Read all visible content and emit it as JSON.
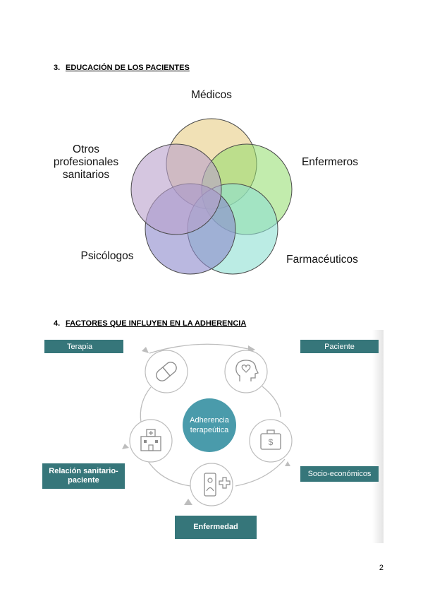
{
  "section3": {
    "number": "3.",
    "title": "EDUCACIÓN DE LOS PACIENTES"
  },
  "venn": {
    "labels": {
      "medicos": "Médicos",
      "enfermeros": "Enfermeros",
      "farmaceuticos": "Farmacéuticos",
      "psicologos": "Psicólogos",
      "otros_line1": "Otros",
      "otros_line2": "profesionales",
      "otros_line3": "sanitarios"
    },
    "colors": {
      "medicos": "#e6c87a",
      "enfermeros": "#8fdc6a",
      "farmaceuticos": "#8ee0d2",
      "psicologos": "#8c89cc",
      "otros": "#b9a0cc"
    }
  },
  "section4": {
    "number": "4.",
    "title": "FACTORES QUE INFLUYEN EN LA ADHERENCIA"
  },
  "diagram": {
    "center_line1": "Adherencia",
    "center_line2": "terapeútica",
    "tags": {
      "terapia": "Terapia",
      "paciente": "Paciente",
      "relacion_line1": "Relación sanitario-",
      "relacion_line2": "paciente",
      "socio": "Socio-económicos",
      "enfermedad": "Enfermedad"
    },
    "icons": [
      "pill-icon",
      "head-heart-icon",
      "money-case-icon",
      "patient-plus-icon",
      "hospital-icon"
    ],
    "colors": {
      "tag": "#36767a",
      "center": "#4a9bab",
      "ring": "#bdbdbd"
    }
  },
  "page_number": "2"
}
